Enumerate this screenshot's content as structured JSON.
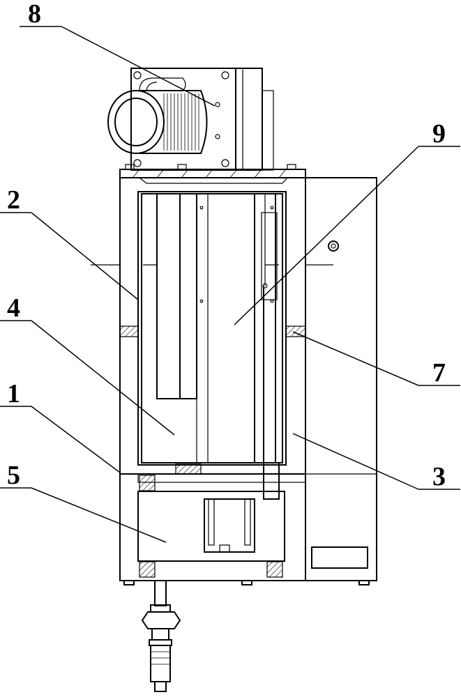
{
  "callouts": [
    {
      "id": "8",
      "label": "8"
    },
    {
      "id": "9",
      "label": "9"
    },
    {
      "id": "2",
      "label": "2"
    },
    {
      "id": "4",
      "label": "4"
    },
    {
      "id": "7",
      "label": "7"
    },
    {
      "id": "1",
      "label": "1"
    },
    {
      "id": "5",
      "label": "5"
    },
    {
      "id": "3",
      "label": "3"
    }
  ]
}
